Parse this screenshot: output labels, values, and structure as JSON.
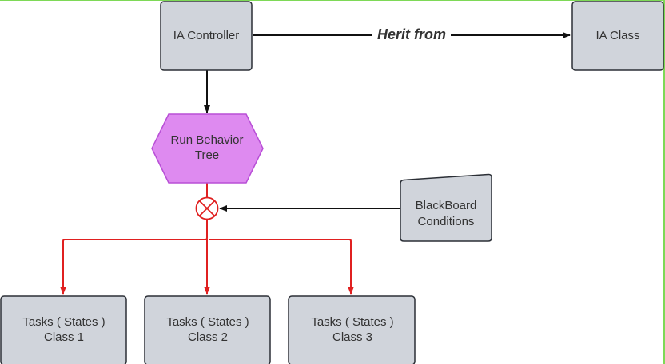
{
  "colors": {
    "box_fill": "#d0d4db",
    "box_stroke": "#2b2f36",
    "hex_fill": "#de8af0",
    "hex_stroke": "#b84fd6",
    "red": "#e02020",
    "black": "#111111",
    "border_green": "#7ed957"
  },
  "nodes": {
    "ia_controller": {
      "label": "IA Controller"
    },
    "ia_class": {
      "label": "IA Class"
    },
    "behavior_tree": {
      "line1": "Run Behavior",
      "line2": "Tree"
    },
    "blackboard": {
      "line1": "BlackBoard",
      "line2": "Conditions"
    },
    "task1": {
      "line1": "Tasks ( States )",
      "line2": "Class 1"
    },
    "task2": {
      "line1": "Tasks ( States )",
      "line2": "Class 2"
    },
    "task3": {
      "line1": "Tasks ( States )",
      "line2": "Class 3"
    }
  },
  "edges": {
    "inherit": {
      "label": "Herit from"
    }
  }
}
